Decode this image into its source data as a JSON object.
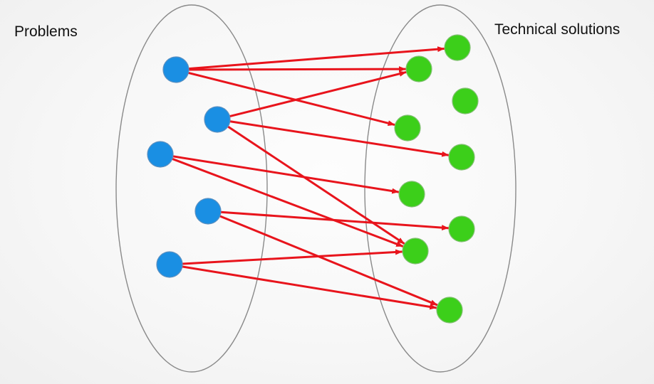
{
  "diagram": {
    "left_set_label": "Problems",
    "right_set_label": "Technical solutions",
    "colors": {
      "problem_node": "#1a8fe3",
      "problem_stroke": "#5a8fc0",
      "solution_node": "#3ccf1a",
      "solution_stroke": "#7fbf6f",
      "edge": "#e8141c",
      "set_outline": "#8a8a8a"
    },
    "problems": [
      "P1",
      "P2",
      "P3",
      "P4",
      "P5"
    ],
    "solutions": [
      "S1",
      "S2",
      "S3",
      "S4",
      "S5",
      "S6",
      "S7",
      "S8",
      "S9"
    ],
    "edges": [
      [
        "P1",
        "S1"
      ],
      [
        "P1",
        "S2"
      ],
      [
        "P1",
        "S4"
      ],
      [
        "P2",
        "S2"
      ],
      [
        "P2",
        "S5"
      ],
      [
        "P2",
        "S8"
      ],
      [
        "P3",
        "S6"
      ],
      [
        "P3",
        "S8"
      ],
      [
        "P4",
        "S7"
      ],
      [
        "P4",
        "S9"
      ],
      [
        "P5",
        "S8"
      ],
      [
        "P5",
        "S9"
      ]
    ]
  }
}
